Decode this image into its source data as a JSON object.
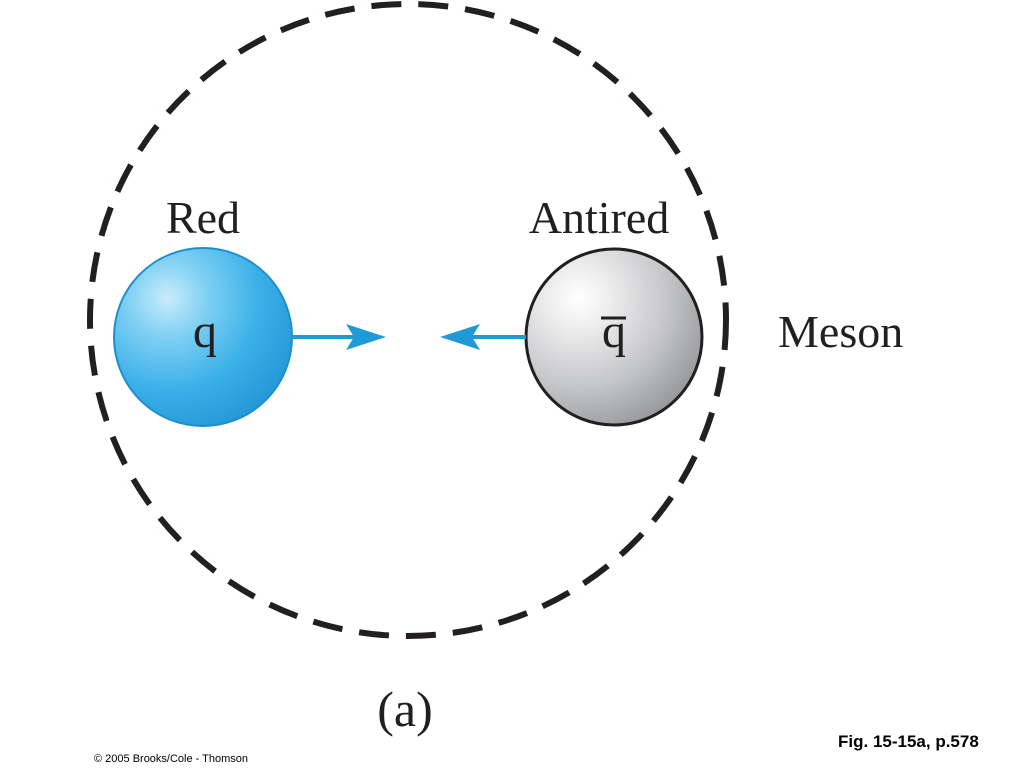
{
  "diagram": {
    "quark": {
      "color_label": "Red",
      "symbol": "q"
    },
    "antiquark": {
      "color_label": "Antired",
      "symbol": "q"
    },
    "boundary_label": "Meson",
    "panel_label": "(a)"
  },
  "footer": {
    "copyright": "© 2005 Brooks/Cole - Thomson",
    "figure_ref": "Fig. 15-15a, p.578"
  },
  "colors": {
    "quark_fill": "#3ab0e8",
    "quark_highlight": "#c9ecfb",
    "quark_edge": "#1e8fcc",
    "antiquark_fill": "#a9aaac",
    "antiquark_highlight": "#ffffff",
    "antiquark_edge": "#231f20",
    "arrow": "#1f9ad6",
    "boundary": "#231f20",
    "text": "#231f20"
  }
}
